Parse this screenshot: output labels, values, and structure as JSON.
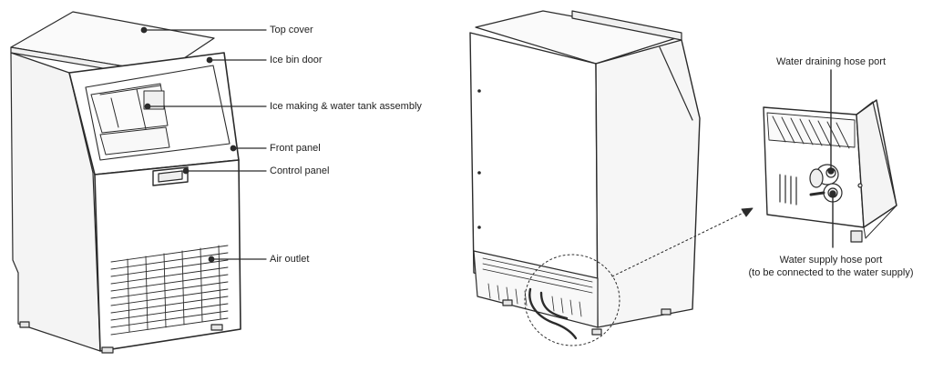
{
  "left_callouts": {
    "top_cover": "Top cover",
    "ice_bin_door": "Ice bin door",
    "ice_making_assembly": "Ice making & water tank assembly",
    "front_panel": "Front panel",
    "control_panel": "Control panel",
    "air_outlet": "Air outlet"
  },
  "right_callouts": {
    "water_draining_port": "Water draining hose port",
    "water_supply_port": "Water supply hose port",
    "water_supply_note": "(to be connected to the water supply)"
  },
  "colors": {
    "line": "#2b2b2b",
    "text": "#222222",
    "background": "#ffffff"
  }
}
